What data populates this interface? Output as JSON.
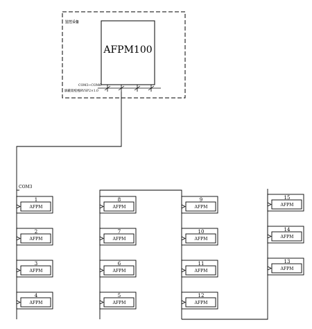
{
  "cabinet": {
    "title": "监控设备",
    "device_label": "AFPM100",
    "port_label": "COM3~COM6",
    "cable_label": "屏蔽双绞线RVSP2×1.0"
  },
  "bus_label": "COM3",
  "modules": [
    {
      "id": "1",
      "type": "AFPM"
    },
    {
      "id": "2",
      "type": "AFPM"
    },
    {
      "id": "3",
      "type": "AFPM"
    },
    {
      "id": "4",
      "type": "AFPM"
    },
    {
      "id": "5",
      "type": "AFPM"
    },
    {
      "id": "6",
      "type": "AFPM"
    },
    {
      "id": "7",
      "type": "AFPM"
    },
    {
      "id": "8",
      "type": "AFPM"
    },
    {
      "id": "9",
      "type": "AFPM"
    },
    {
      "id": "10",
      "type": "AFPM"
    },
    {
      "id": "11",
      "type": "AFPM"
    },
    {
      "id": "12",
      "type": "AFPM"
    },
    {
      "id": "13",
      "type": "AFPM"
    },
    {
      "id": "14",
      "type": "AFPM"
    },
    {
      "id": "15",
      "type": "AFPM"
    }
  ]
}
